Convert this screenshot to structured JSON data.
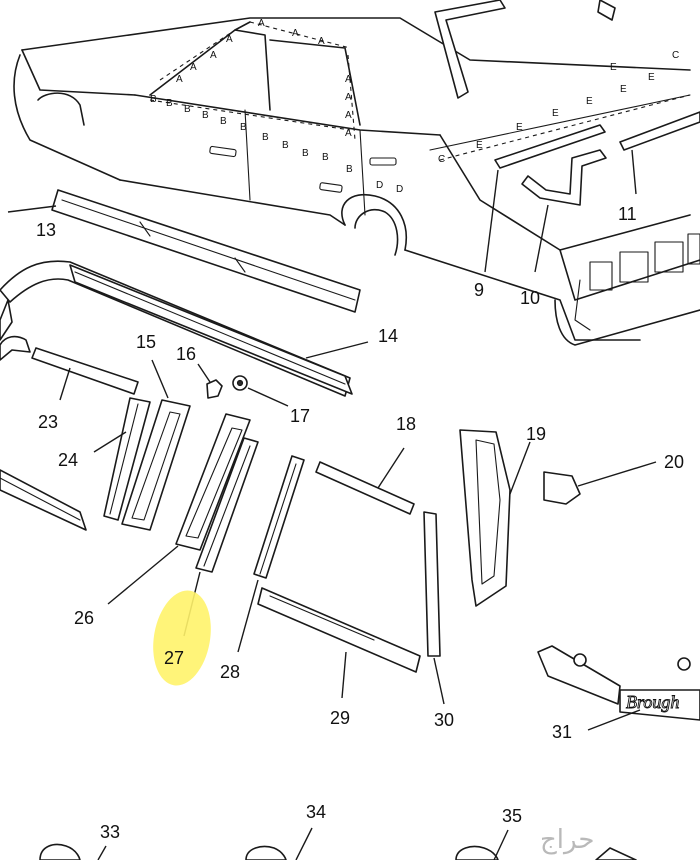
{
  "callouts": [
    "9",
    "10",
    "11",
    "13",
    "14",
    "15",
    "16",
    "17",
    "18",
    "19",
    "20",
    "23",
    "24",
    "26",
    "27",
    "28",
    "29",
    "30",
    "31",
    "33",
    "34",
    "35"
  ],
  "body_markers": {
    "a": "A",
    "b": "B",
    "c": "C",
    "d": "D",
    "e": "E"
  },
  "emblem_text": "Brough",
  "watermark": "حراج",
  "highlight_color": "#fff36a",
  "highlighted_part": "27"
}
